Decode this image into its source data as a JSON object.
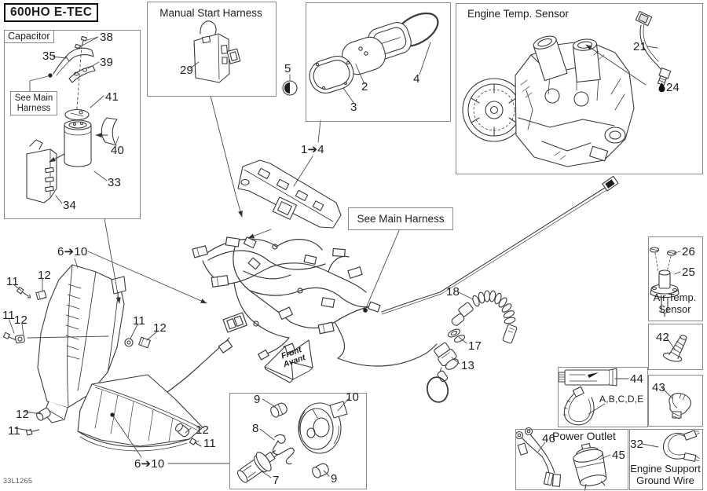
{
  "colors": {
    "ink": "#1f1f1f",
    "line": "#3b3b3b",
    "border": "#8a8a8a"
  },
  "header": {
    "model": "600HO E-TEC",
    "sheet_code": "33L1265"
  },
  "sections": {
    "capacitor": {
      "title": "Capacitor",
      "note_line1": "See Main",
      "note_line2": "Harness"
    },
    "manual_start": {
      "title": "Manual Start Harness"
    },
    "engine_temp": {
      "title": "Engine Temp. Sensor"
    },
    "see_main": {
      "title": "See Main Harness"
    },
    "air_temp": {
      "line1": "Air Temp.",
      "line2": "Sensor"
    },
    "power_outlet": {
      "title": "Power Outlet"
    },
    "ground_wire": {
      "line1": "Engine Support",
      "line2": "Ground Wire"
    }
  },
  "front_arrow": {
    "line1": "Front",
    "line2": "Avant"
  },
  "parts": {
    "p1_4": "1➔4",
    "p2": "2",
    "p3": "3",
    "p4": "4",
    "p5": "5",
    "p6_10": "6➔10",
    "p7": "7",
    "p8": "8",
    "p9": "9",
    "p10": "10",
    "p11": "11",
    "p12": "12",
    "p13": "13",
    "p17": "17",
    "p18": "18",
    "p21": "21",
    "p24": "24",
    "p25": "25",
    "p26": "26",
    "p29": "29",
    "p32": "32",
    "p33": "33",
    "p34": "34",
    "p35": "35",
    "p38": "38",
    "p39": "39",
    "p40": "40",
    "p41": "41",
    "p42": "42",
    "p43": "43",
    "p44": "44",
    "p45": "45",
    "p46": "46",
    "kit": "A,B,C,D,E"
  }
}
